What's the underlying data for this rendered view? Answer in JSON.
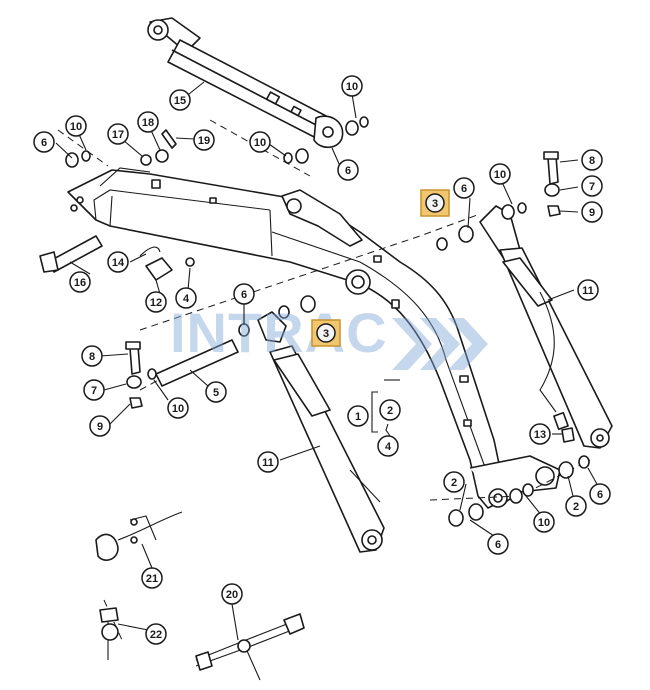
{
  "watermark": "INTRAC",
  "colors": {
    "line": "#1a1a1a",
    "highlight_fill": "#f2c66e",
    "highlight_border": "#c8932e",
    "watermark": "#7fa7d6"
  },
  "callouts": {
    "c1": "1",
    "c2": "2",
    "c4": "4",
    "c2b": "2",
    "c2c": "2",
    "c3top": "3",
    "c3mid": "3",
    "c4b": "4",
    "c5": "5",
    "c6a": "6",
    "c6b": "6",
    "c6c": "6",
    "c6d": "6",
    "c6e": "6",
    "c6f": "6",
    "c7a": "7",
    "c7b": "7",
    "c8a": "8",
    "c8b": "8",
    "c9a": "9",
    "c9b": "9",
    "c10a": "10",
    "c10b": "10",
    "c10c": "10",
    "c10d": "10",
    "c10e": "10",
    "c10f": "10",
    "c11a": "11",
    "c11b": "11",
    "c12": "12",
    "c13": "13",
    "c14": "14",
    "c15": "15",
    "c16": "16",
    "c17": "17",
    "c18": "18",
    "c19": "19",
    "c20": "20",
    "c21": "21",
    "c22": "22"
  }
}
